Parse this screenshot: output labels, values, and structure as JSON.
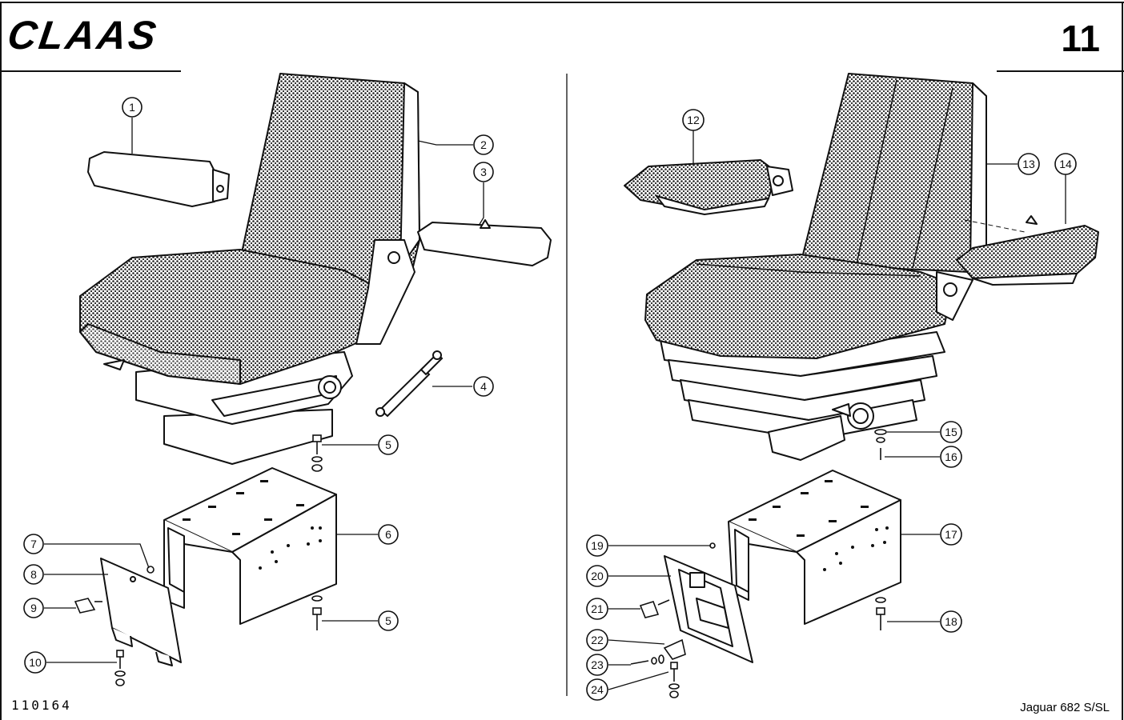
{
  "header": {
    "logo": "CLAAS",
    "page_number": "11"
  },
  "footer": {
    "document_number": "110164",
    "model": "Jaguar 682 S/SL"
  },
  "callouts": [
    "1",
    "2",
    "3",
    "4",
    "5",
    "5",
    "6",
    "7",
    "8",
    "9",
    "10",
    "12",
    "13",
    "14",
    "15",
    "16",
    "17",
    "18",
    "19",
    "20",
    "21",
    "22",
    "23",
    "24"
  ],
  "colors": {
    "ink": "#111111",
    "paper": "#ffffff"
  }
}
